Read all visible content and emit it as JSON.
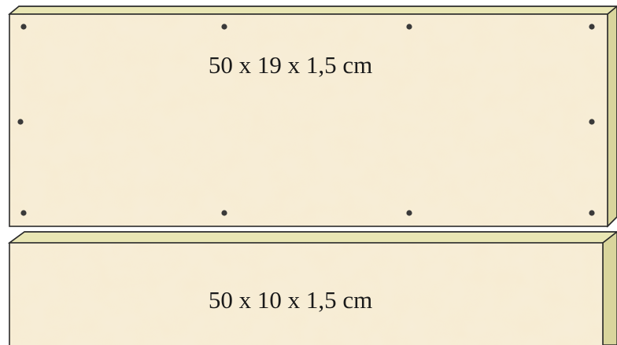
{
  "colors": {
    "board_face": "#f7ecd2",
    "board_face_mottle": "#efdfbd",
    "board_edge": "#e9e6b4",
    "board_edge_dark": "#d9d59c",
    "outline": "#2b2b2b",
    "screw": "#3a3a3a"
  },
  "boards": [
    {
      "label": "50 x 19 x 1,5 cm",
      "screws": 10
    },
    {
      "label": "50 x 10 x 1,5 cm",
      "screws": 0
    }
  ]
}
